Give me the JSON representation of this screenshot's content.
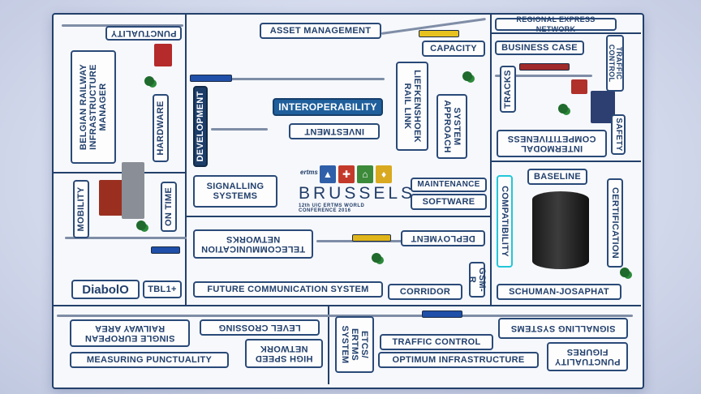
{
  "logo": {
    "title": "BRUSSELS",
    "subtitle": "12th UIC ERTMS WORLD CONFERENCE 2016",
    "badge": "ertms"
  },
  "labels": {
    "punctuality": "PUNCTUALITY",
    "asset_management": "ASSET MANAGEMENT",
    "capacity": "CAPACITY",
    "regional_express_network": "REGIONAL EXPRESS NETWORK",
    "business_case": "BUSINESS CASE",
    "traffic_control_vertical": "TRAFFIC CONTROL",
    "tracks": "TRACKS",
    "safety": "SAFETY",
    "belgian_railway": "BELGIAN RAILWAY INFRASTRUCTURE MANAGER",
    "hardware": "HARDWARE",
    "development": "DEVELOPMENT",
    "interoperability": "INTEROPERABILITY",
    "investment": "INVESTMENT",
    "liefkenshoek": "LIEFKENSHOEK RAIL LINK",
    "system_approach": "SYSTEM APPROACH",
    "intermodal": "INTERMODAL COMPETITIVENESS",
    "mobility": "MOBILITY",
    "on_time": "ON TIME",
    "signalling_systems_center": "SIGNALLING SYSTEMS",
    "maintenance": "MAINTENANCE",
    "software": "SOFTWARE",
    "baseline": "BASELINE",
    "compatibility": "COMPATIBILITY",
    "certification": "CERTIFICATION",
    "telecommunication": "TELECOMMUNICATION NETWORKS",
    "deployment": "DEPLOYMENT",
    "gsm_r": "GSM-R",
    "diabolo": "DiabolO",
    "tbl1": "TBL1+",
    "future_communication": "FUTURE COMMUNICATION SYSTEM",
    "corridor": "CORRIDOR",
    "schuman": "SCHUMAN-JOSAPHAT",
    "single_european": "SINGLE EUROPEAN RAILWAY AREA",
    "level_crossing": "LEVEL CROSSING",
    "etcs": "ETCS/ ERTMS SYSTEM",
    "traffic_control": "TRAFFIC CONTROL",
    "signalling_systems_bottom": "SIGNALLING SYSTEMS",
    "measuring_punctuality": "MEASURING PUNCTUALITY",
    "high_speed": "HIGH SPEED NETWORK",
    "optimum_infrastructure": "OPTIMUM INFRASTRUCTURE",
    "punctuality_figures": "PUNCTUALITY FIGURES"
  },
  "colors": {
    "board_line": "#23406a",
    "accent_blue": "#1f5f9c",
    "cyan_highlight": "#22c7d8",
    "flag_blue": "#2f5fa8",
    "flag_red": "#c43a2a",
    "flag_green": "#3c8a3a",
    "flag_yellow": "#d9a91f"
  }
}
